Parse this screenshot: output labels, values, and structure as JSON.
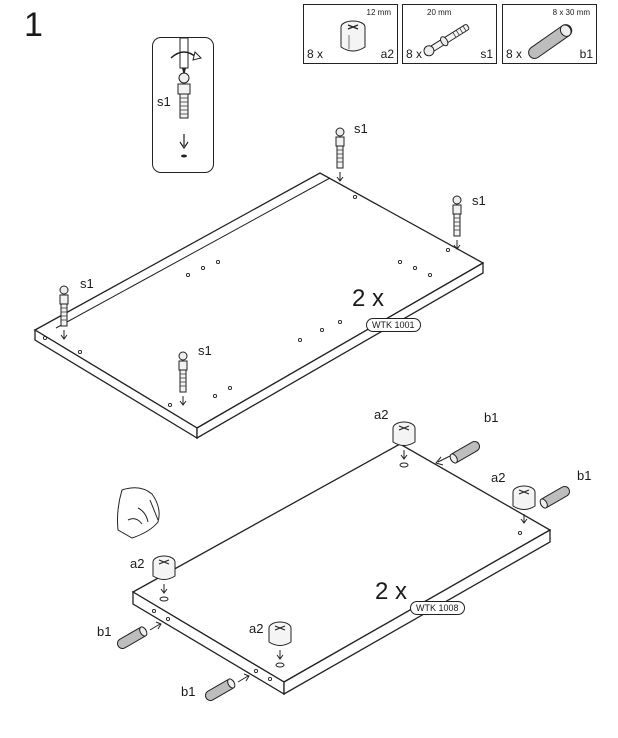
{
  "step": {
    "number": "1"
  },
  "parts": [
    {
      "dim": "12 mm",
      "qty": "8 x",
      "code": "a2",
      "icon": "cam-lock-icon"
    },
    {
      "dim": "20 mm",
      "qty": "8 x",
      "code": "s1",
      "icon": "cam-bolt-icon"
    },
    {
      "dim": "8 x 30 mm",
      "qty": "8 x",
      "code": "b1",
      "icon": "wood-dowel-icon"
    }
  ],
  "inset": {
    "label": "s1",
    "icons": [
      "screwdriver-icon",
      "rotate-arrow-icon"
    ]
  },
  "panel_top": {
    "quantity": "2 x",
    "code": "WTK 1001",
    "bolt_labels": [
      "s1",
      "s1",
      "s1",
      "s1"
    ]
  },
  "panel_bottom": {
    "quantity": "2 x",
    "code": "WTK 1008",
    "cam_labels": [
      "a2",
      "a2",
      "a2",
      "a2"
    ],
    "dowel_labels": [
      "b1",
      "b1",
      "b1",
      "b1"
    ],
    "hand_icon": "hand-pushing-icon"
  }
}
